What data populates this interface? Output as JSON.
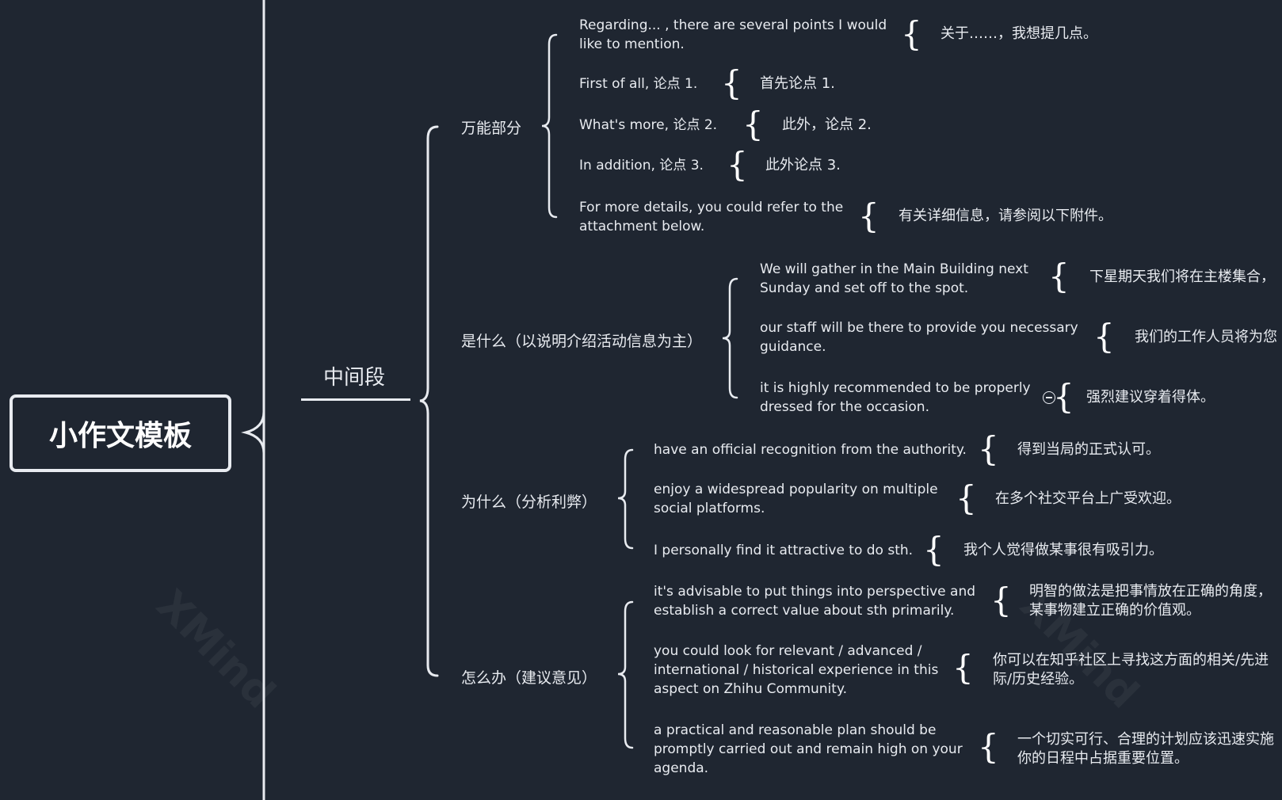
{
  "root": {
    "label": "小作文模板"
  },
  "middle": {
    "label": "中间段"
  },
  "branches": [
    {
      "label": "万能部分",
      "items": [
        {
          "en": "Regarding... , there are several points I would\nlike to mention.",
          "cn": "关于……，我想提几点。"
        },
        {
          "en": "First of all, 论点 1.",
          "cn": "首先论点 1."
        },
        {
          "en": "What's more, 论点 2.",
          "cn": "此外，论点 2."
        },
        {
          "en": "In addition, 论点 3.",
          "cn": "此外论点 3."
        },
        {
          "en": "For more details, you could refer to the\nattachment below.",
          "cn": "有关详细信息，请参阅以下附件。"
        }
      ]
    },
    {
      "label": "是什么（以说明介绍活动信息为主）",
      "items": [
        {
          "en": "We will gather in the Main Building next\nSunday and set off to the spot.",
          "cn": "下星期天我们将在主楼集合，"
        },
        {
          "en": "our staff will be there to provide you necessary\nguidance.",
          "cn": "我们的工作人员将为您"
        },
        {
          "en": "it is highly recommended to be properly\ndressed for the occasion.",
          "cn": "强烈建议穿着得体。"
        }
      ]
    },
    {
      "label": "为什么（分析利弊）",
      "items": [
        {
          "en": "have an official recognition from the authority.",
          "cn": "得到当局的正式认可。"
        },
        {
          "en": "enjoy a widespread popularity on multiple\nsocial platforms.",
          "cn": "在多个社交平台上广受欢迎。"
        },
        {
          "en": "I personally find it attractive to do sth.",
          "cn": "我个人觉得做某事很有吸引力。"
        }
      ]
    },
    {
      "label": "怎么办（建议意见）",
      "items": [
        {
          "en": "it's advisable to put things into perspective and\nestablish a correct value about sth primarily.",
          "cn": "明智的做法是把事情放在正确的角度，\n某事物建立正确的价值观。"
        },
        {
          "en": "you could look for relevant / advanced /\ninternational / historical experience in this\naspect on Zhihu Community.",
          "cn": "你可以在知乎社区上寻找这方面的相关/先进\n际/历史经验。"
        },
        {
          "en": "a practical and reasonable plan should be\npromptly carried out and remain high on your\nagenda.",
          "cn": "一个切实可行、合理的计划应该迅速实施\n你的日程中占据重要位置。"
        }
      ]
    }
  ],
  "colors": {
    "background": "#1f2631",
    "line": "#e8ebf0",
    "text": "#e8ebf0"
  },
  "icons": {
    "collapse": "collapse-minus-icon",
    "brace": "curly-brace-icon"
  }
}
